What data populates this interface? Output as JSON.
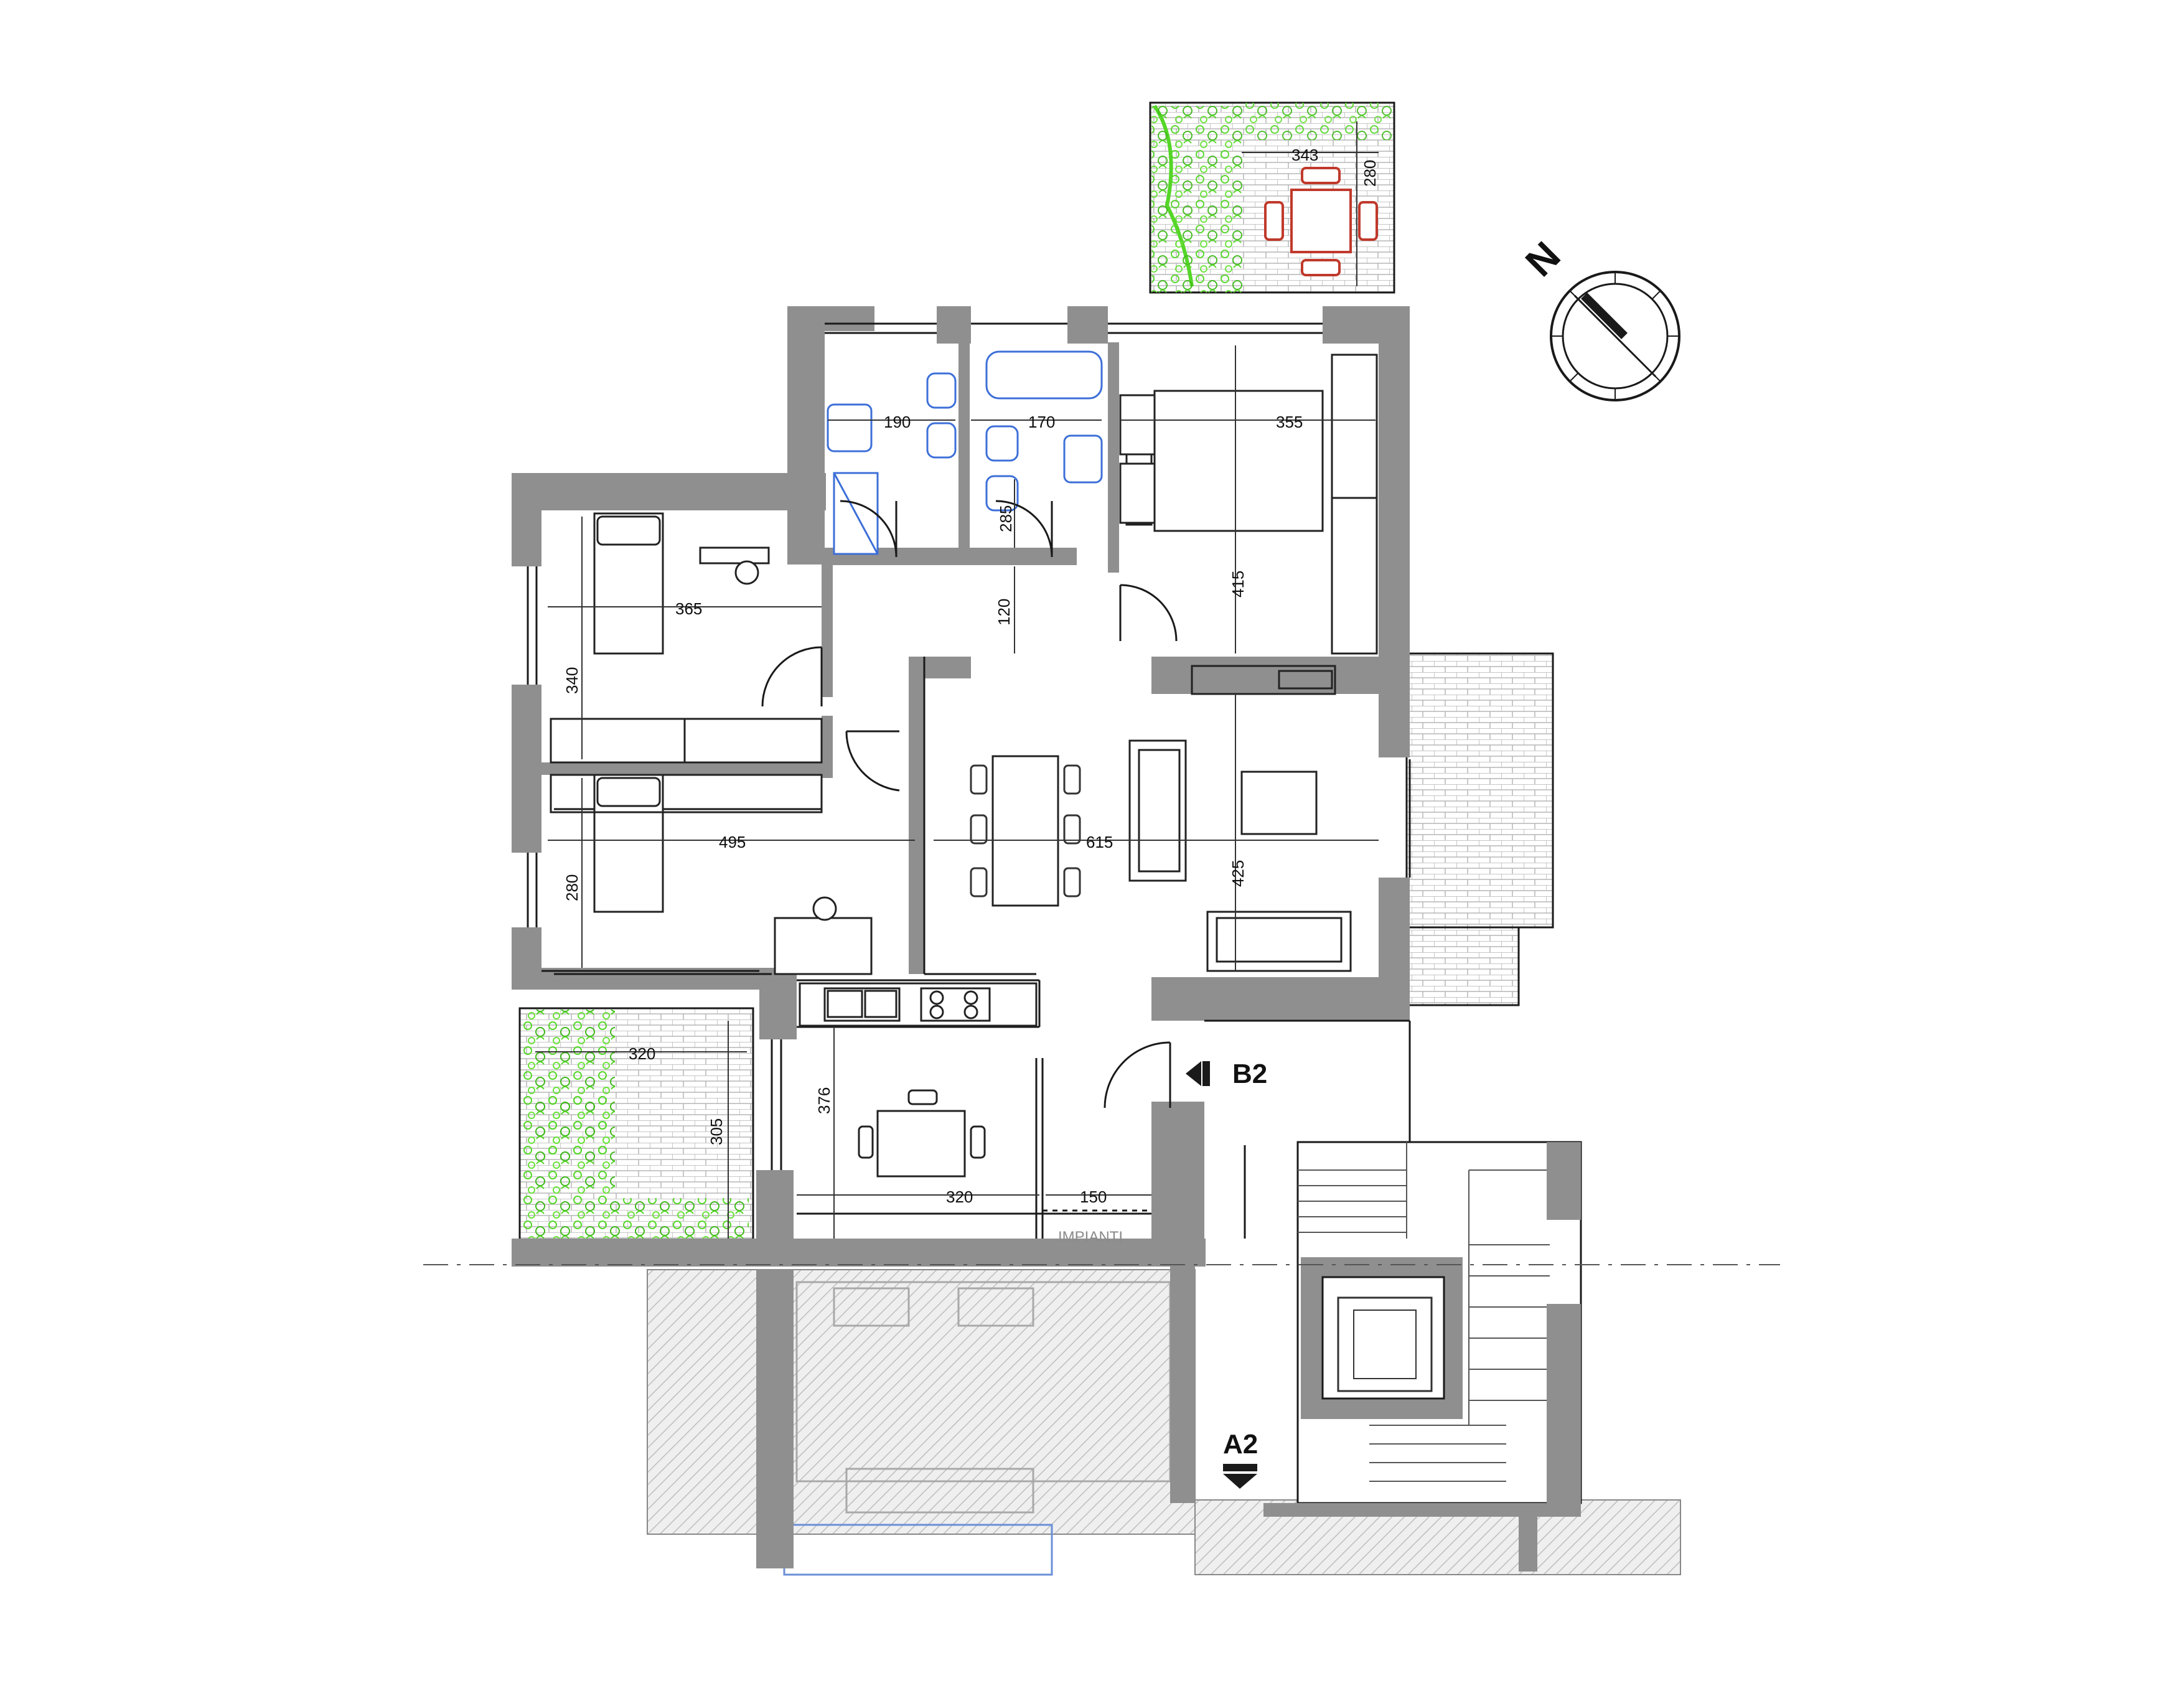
{
  "plan": {
    "dimensions": {
      "terrace_top_w": "343",
      "terrace_top_h": "280",
      "bath1_w": "190",
      "bath2_w": "170",
      "bath2_h": "285",
      "master_w": "355",
      "master_h": "415",
      "hall_h": "120",
      "bedroom1_w": "365",
      "bedroom1_h": "340",
      "bedroom2_w": "495",
      "bedroom2_h": "280",
      "living_w": "615",
      "living_h": "425",
      "terrace_left_w": "320",
      "terrace_left_h": "305",
      "kitchen_h": "376",
      "kitchen_w": "320",
      "utility_w": "150"
    },
    "labels": {
      "impianti": "IMPIANTI",
      "section_b": "B2",
      "section_a": "A2",
      "compass_n": "N"
    },
    "colors": {
      "wall": "#8f8f8f",
      "line": "#1a1a1a",
      "plant": "#55d628",
      "fixture": "#3d6fd8",
      "furniture_red": "#c0392b",
      "hatch": "#cfcfcf"
    }
  }
}
